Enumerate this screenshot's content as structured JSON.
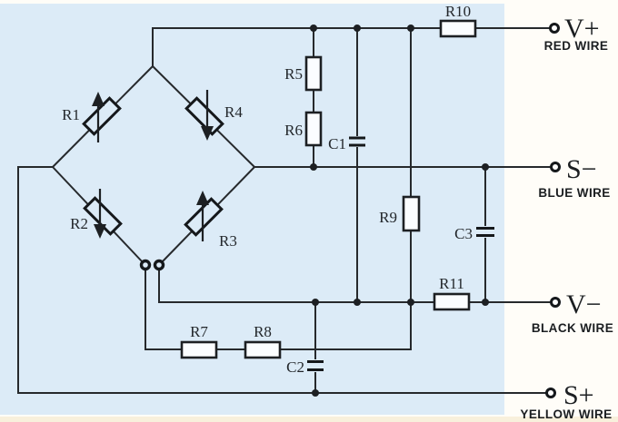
{
  "diagram": {
    "title": "load-cell-bridge-circuit",
    "colors": {
      "panel": "#dcebf7",
      "page": "#fffdf8",
      "footer_strip": "#f8f0dc",
      "line": "#26292c"
    },
    "bridge_resistors": [
      {
        "id": "r1",
        "label": "R1",
        "arrow": "up"
      },
      {
        "id": "r2",
        "label": "R2",
        "arrow": "down"
      },
      {
        "id": "r3",
        "label": "R3",
        "arrow": "up"
      },
      {
        "id": "r4",
        "label": "R4",
        "arrow": "down"
      }
    ],
    "resistors": {
      "r5": "R5",
      "r6": "R6",
      "r7": "R7",
      "r8": "R8",
      "r9": "R9",
      "r10": "R10",
      "r11": "R11"
    },
    "capacitors": {
      "c1": "C1",
      "c2": "C2",
      "c3": "C3"
    },
    "terminals": [
      {
        "id": "v-plus",
        "label": "V+",
        "wire": "RED WIRE"
      },
      {
        "id": "s-minus",
        "label": "S−",
        "wire": "BLUE WIRE"
      },
      {
        "id": "v-minus",
        "label": "V−",
        "wire": "BLACK WIRE"
      },
      {
        "id": "s-plus",
        "label": "S+",
        "wire": "YELLOW WIRE"
      }
    ]
  }
}
